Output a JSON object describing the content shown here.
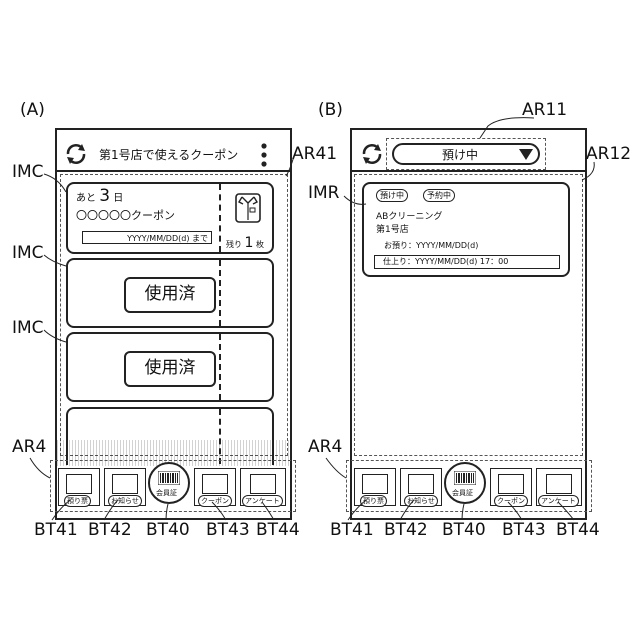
{
  "panel_a": {
    "tag": "(A)",
    "header_title": "第1号店で使えるクーポン",
    "callouts": {
      "imc": "IMC",
      "ar41": "AR41",
      "ar4": "AR4"
    },
    "coupon": {
      "remaining_prefix": "あと",
      "remaining_days": "3",
      "remaining_suffix": "日",
      "name": "〇〇〇〇〇クーポン",
      "expiry": "YYYY/MM/DD(d)  まで",
      "count_prefix": "残り",
      "count": "1",
      "count_suffix": "枚"
    },
    "used_label": "使用済"
  },
  "panel_b": {
    "tag": "(B)",
    "dropdown_value": "預け中",
    "callouts": {
      "ar11": "AR11",
      "ar12": "AR12",
      "imr": "IMR",
      "ar4": "AR4"
    },
    "receipt": {
      "tag_deposit": "預け中",
      "tag_reserved": "予約中",
      "shop": "ABクリーニング",
      "branch": "第1号店",
      "deposit_date": "お預り：YYYY/MM/DD(d)",
      "finish_date": "仕上り：YYYY/MM/DD(d)    17：00"
    }
  },
  "tabbar": {
    "btn_receipt": "預り票",
    "btn_notice": "お知らせ",
    "btn_member": "会員証",
    "btn_coupon": "クーポン",
    "btn_survey": "アンケート"
  },
  "button_ids": {
    "bt41": "BT41",
    "bt42": "BT42",
    "bt40": "BT40",
    "bt43": "BT43",
    "bt44": "BT44"
  }
}
